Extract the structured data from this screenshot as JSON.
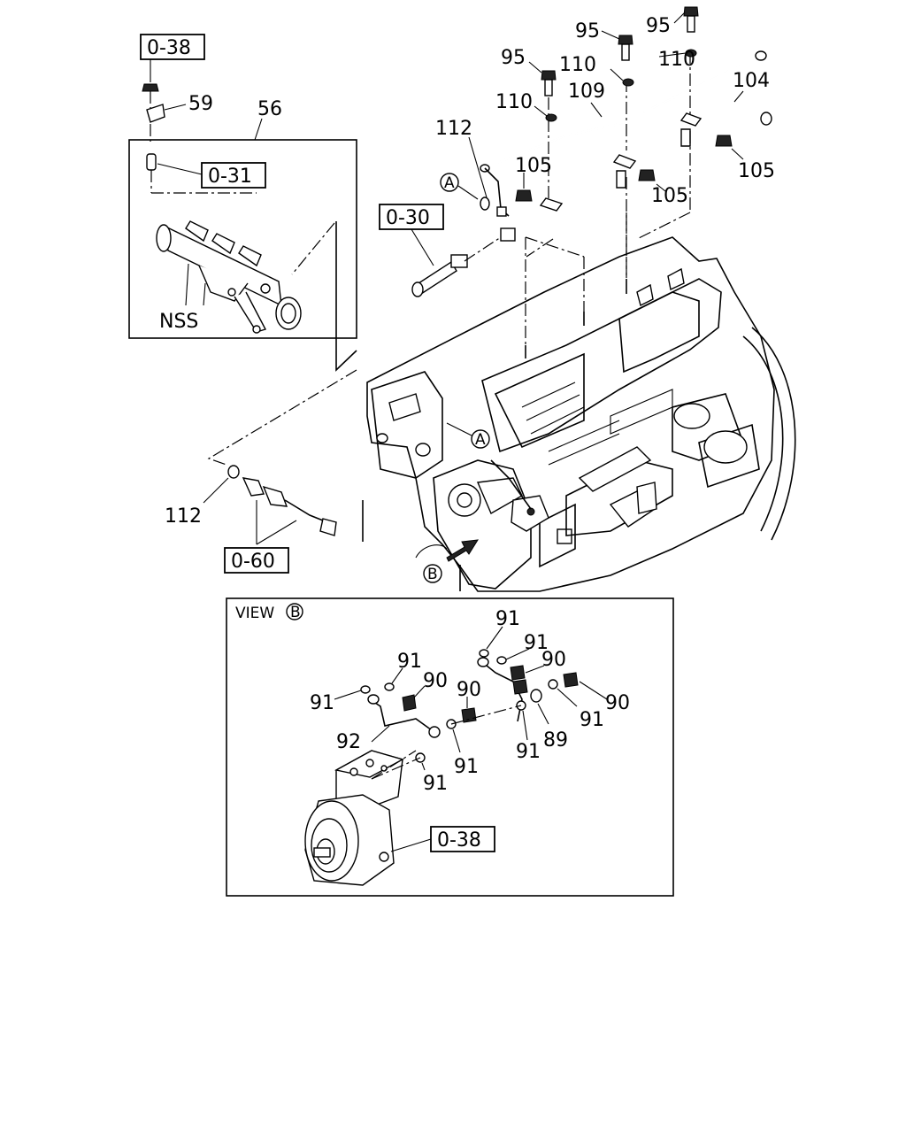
{
  "ref_boxes": {
    "top_0_38": "0-38",
    "box_0_31": "0-31",
    "box_0_30": "0-30",
    "box_0_60": "0-60",
    "view_0_38": "0-38"
  },
  "labels": {
    "p59": "59",
    "p56": "56",
    "nss": "NSS",
    "p112_top": "112",
    "p112_bot": "112",
    "p95_a": "95",
    "p95_b": "95",
    "p95_c": "95",
    "p110_a": "110",
    "p110_b": "110",
    "p110_c": "110",
    "p109": "109",
    "p104": "104",
    "p105_a": "105",
    "p105_b": "105",
    "p105_c": "105"
  },
  "circle_markers": {
    "a_top": "A",
    "a_engine": "A",
    "b_engine": "B",
    "b_view": "B"
  },
  "view_b": {
    "title": "VIEW",
    "labels": {
      "p91_1": "91",
      "p91_2": "91",
      "p91_3": "91",
      "p91_4": "91",
      "p91_5": "91",
      "p91_6": "91",
      "p91_7": "91",
      "p91_8": "91",
      "p90_1": "90",
      "p90_2": "90",
      "p90_3": "90",
      "p90_4": "90",
      "p92": "92",
      "p89": "89"
    }
  }
}
